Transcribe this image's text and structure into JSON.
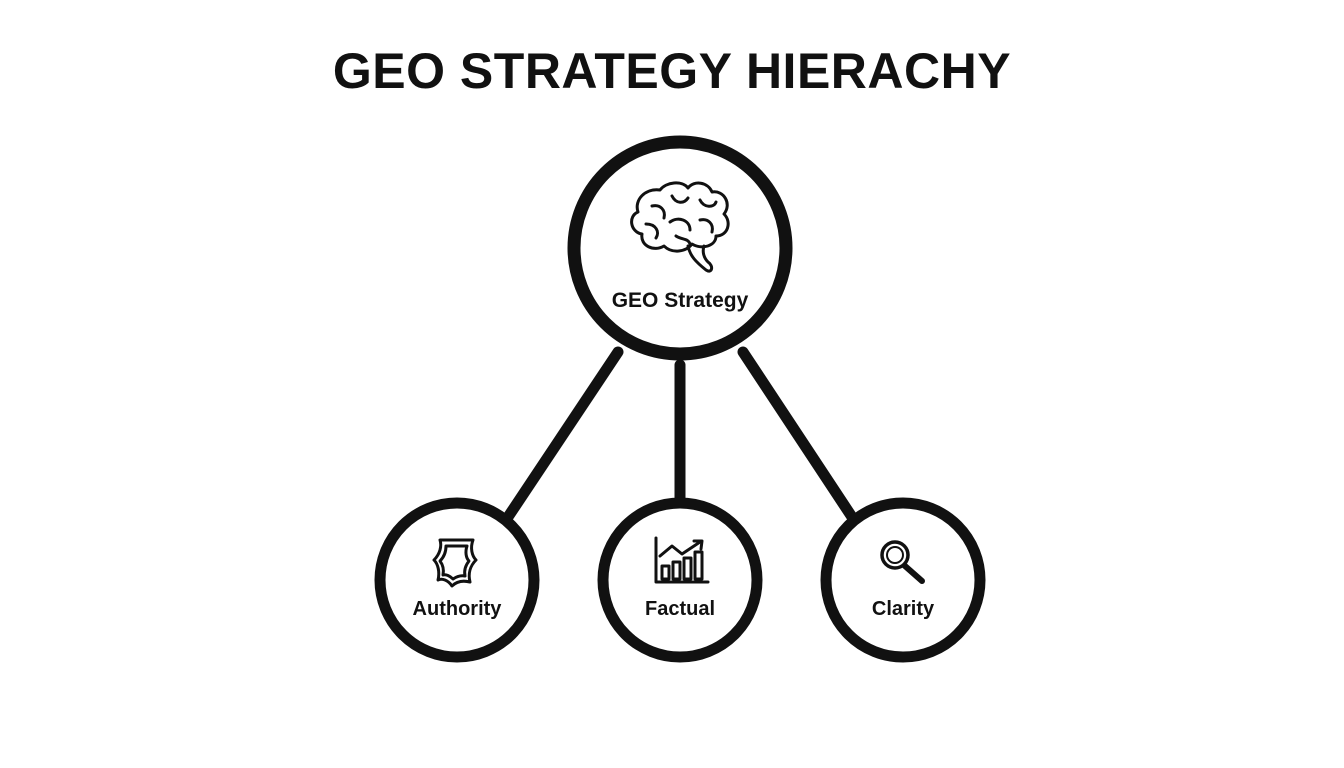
{
  "title": "GEO STRATEGY HIERACHY",
  "colors": {
    "stroke": "#111111",
    "background": "#ffffff"
  },
  "root": {
    "label": "GEO Strategy",
    "icon": "brain-icon"
  },
  "children": [
    {
      "label": "Authority",
      "icon": "shield-icon"
    },
    {
      "label": "Factual",
      "icon": "bar-chart-trend-icon"
    },
    {
      "label": "Clarity",
      "icon": "magnifier-icon"
    }
  ]
}
